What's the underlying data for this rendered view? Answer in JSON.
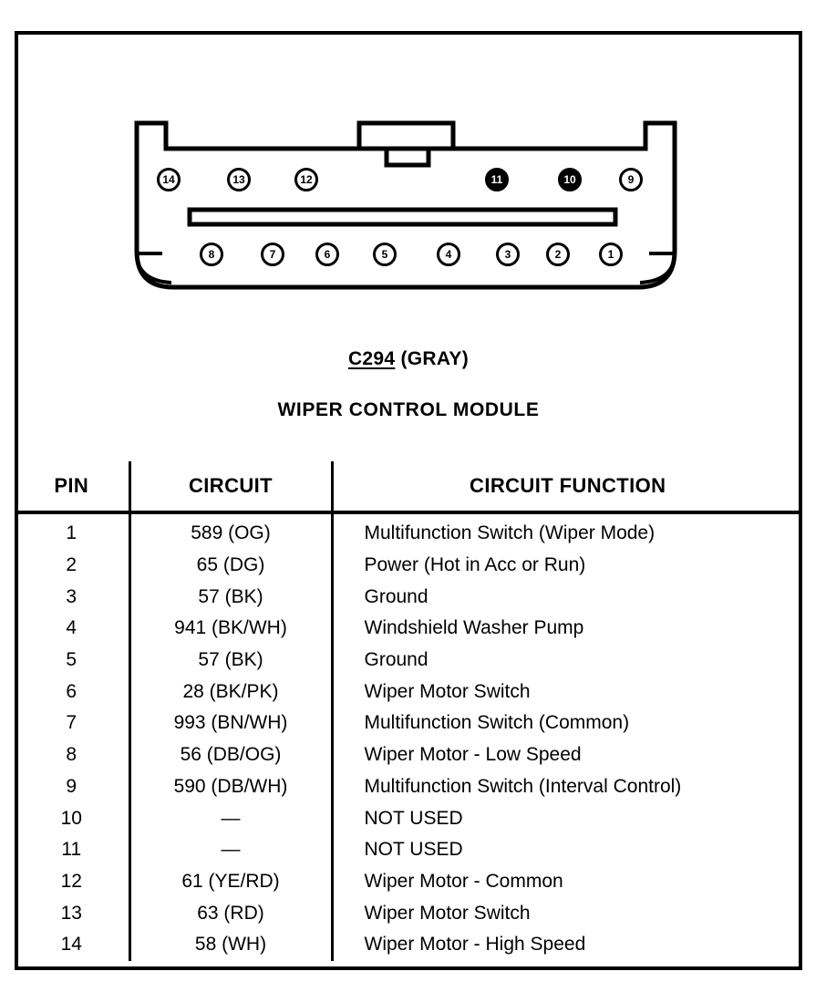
{
  "connector": {
    "label_line1_code": "C294",
    "label_line1_rest": " (GRAY)",
    "label_line2": "WIPER CONTROL MODULE",
    "pins_top": [
      {
        "number": "14",
        "filled": false
      },
      {
        "number": "13",
        "filled": false
      },
      {
        "number": "12",
        "filled": false
      },
      {
        "number": "11",
        "filled": true
      },
      {
        "number": "10",
        "filled": true
      },
      {
        "number": "9",
        "filled": false
      }
    ],
    "pins_bottom": [
      {
        "number": "8",
        "filled": false
      },
      {
        "number": "7",
        "filled": false
      },
      {
        "number": "6",
        "filled": false
      },
      {
        "number": "5",
        "filled": false
      },
      {
        "number": "4",
        "filled": false
      },
      {
        "number": "3",
        "filled": false
      },
      {
        "number": "2",
        "filled": false
      },
      {
        "number": "1",
        "filled": false
      }
    ]
  },
  "table": {
    "headers": [
      "PIN",
      "CIRCUIT",
      "CIRCUIT FUNCTION"
    ],
    "rows": [
      {
        "pin": "1",
        "circuit": "589 (OG)",
        "function": "Multifunction Switch (Wiper Mode)"
      },
      {
        "pin": "2",
        "circuit": "65 (DG)",
        "function": "Power (Hot in Acc or Run)"
      },
      {
        "pin": "3",
        "circuit": "57 (BK)",
        "function": "Ground"
      },
      {
        "pin": "4",
        "circuit": "941 (BK/WH)",
        "function": "Windshield Washer Pump"
      },
      {
        "pin": "5",
        "circuit": "57 (BK)",
        "function": "Ground"
      },
      {
        "pin": "6",
        "circuit": "28 (BK/PK)",
        "function": "Wiper Motor Switch"
      },
      {
        "pin": "7",
        "circuit": "993 (BN/WH)",
        "function": "Multifunction Switch (Common)"
      },
      {
        "pin": "8",
        "circuit": "56 (DB/OG)",
        "function": "Wiper Motor - Low Speed"
      },
      {
        "pin": "9",
        "circuit": "590 (DB/WH)",
        "function": "Multifunction Switch (Interval Control)"
      },
      {
        "pin": "10",
        "circuit": "—",
        "function": "NOT USED"
      },
      {
        "pin": "11",
        "circuit": "—",
        "function": "NOT USED"
      },
      {
        "pin": "12",
        "circuit": "61 (YE/RD)",
        "function": "Wiper Motor - Common"
      },
      {
        "pin": "13",
        "circuit": "63 (RD)",
        "function": "Wiper Motor Switch"
      },
      {
        "pin": "14",
        "circuit": "58 (WH)",
        "function": "Wiper Motor - High Speed"
      }
    ]
  },
  "colors": {
    "ink": "#000000",
    "paper": "#ffffff"
  }
}
